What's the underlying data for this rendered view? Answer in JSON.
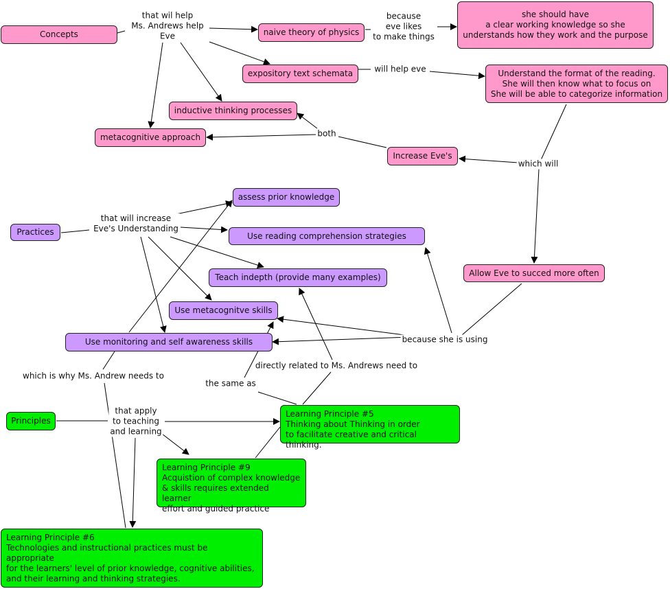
{
  "colors": {
    "concept": "#ff99cc",
    "practice": "#cc99ff",
    "principle": "#00ee00"
  },
  "nodes": {
    "concepts": "Concepts",
    "naive": "naive theory of physics",
    "she_should": "she should have\na clear working knowledge so she\nunderstands how they work and the purpose",
    "expository": "expository text schemata",
    "understand": "Understand the format of the reading.\nShe will then know what to focus on\nShe will be able to categorize information",
    "inductive": "inductive thinking processes",
    "metacog": "metacognitive approach",
    "increase": "Increase Eve's",
    "allow": "Allow Eve to succed more often",
    "practices": "Practices",
    "assess": "assess prior knowledge",
    "reading": "Use reading comprehension strategies",
    "teach": "Teach indepth (provide many examples)",
    "metaskills": "Use metacognitve skills",
    "monitoring": "Use monitoring and self awareness skills",
    "principles": "Principles",
    "lp5": "Learning Principle #5\nThinking about Thinking in order\nto facilitate creative and critical thinking.",
    "lp9": "Learning Principle #9\nAcquistion of complex knowledge\n& skills requires extended learner\neffort and guided practice",
    "lp6": "Learning Principle #6\nTechnologies and instructional practices must be appropriate\nfor the learners' level of prior knowledge, cognitive abilities,\nand their learning and thinking strategies."
  },
  "links": {
    "help": "that wil help\nMs.  Andrews help\nEve",
    "because_likes": "because\neve likes\nto make things",
    "will_help": "will help eve",
    "both": "both",
    "which_will": "which will",
    "increase_understanding": "that will increase\nEve's Understanding",
    "because_using": "because she is using",
    "directly_related": "directly related to Ms. Andrews need to",
    "which_is_why": "which is why Ms. Andrew needs to",
    "same_as": "the same as",
    "apply": "that apply\nto teaching\nand learning"
  }
}
